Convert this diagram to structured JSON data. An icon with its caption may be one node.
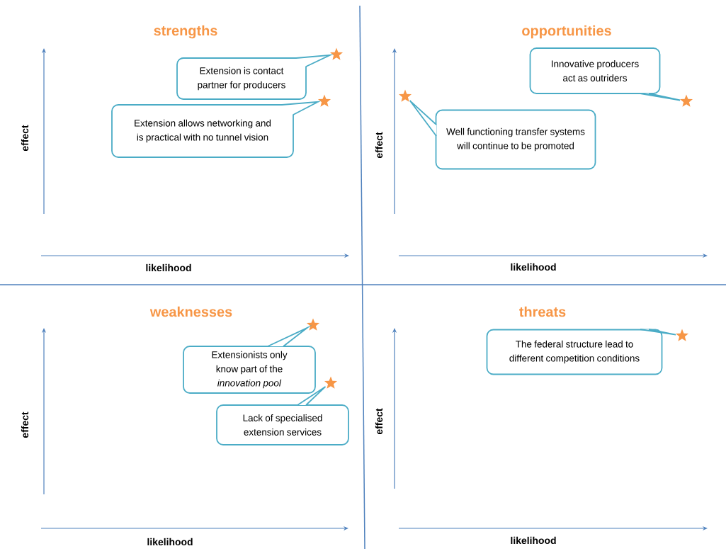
{
  "diagram": {
    "nodes": [
      {
        "text": [
          "Extension is contact partner for producers"
        ]
      },
      {
        "text": [],
        "shape": "star"
      },
      {
        "text": [
          "Extension allows networking and is practical  with no tunnel vision"
        ]
      },
      {
        "text": [],
        "shape": "star"
      },
      {
        "text": [
          "Innovative producers act as  outriders"
        ]
      },
      {
        "text": [],
        "shape": "star"
      },
      {
        "text": [
          "Well functioning transfer systems will continue to be promoted"
        ]
      },
      {
        "text": [],
        "shape": "star"
      },
      {
        "text": [
          "Extensionists only know part of the *innovation pool*"
        ]
      },
      {
        "text": [],
        "shape": "star"
      },
      {
        "text": [
          "Lack of specialised extension services"
        ]
      },
      {
        "text": [],
        "shape": "star"
      },
      {
        "text": [
          "The federal structure lead to different competition conditions"
        ]
      },
      {
        "text": [],
        "shape": "star"
      }
    ],
    "edges": [
      {
        "from": 0,
        "to": 1,
        "arrow": "none"
      },
      {
        "from": 2,
        "to": 3,
        "arrow": "none"
      },
      {
        "from": 4,
        "to": 5,
        "arrow": "none"
      },
      {
        "from": 6,
        "to": 7,
        "arrow": "none"
      },
      {
        "from": 8,
        "to": 9,
        "arrow": "none"
      },
      {
        "from": 10,
        "to": 11,
        "arrow": "none"
      },
      {
        "from": 12,
        "to": 13,
        "arrow": "none"
      }
    ],
    "labels": [
      "strengths",
      "effect",
      "likelihood",
      "opportunities",
      "effect",
      "likelihood",
      "weaknesses",
      "effect",
      "likelihood",
      "threats",
      "effect",
      "likelihood"
    ]
  }
}
